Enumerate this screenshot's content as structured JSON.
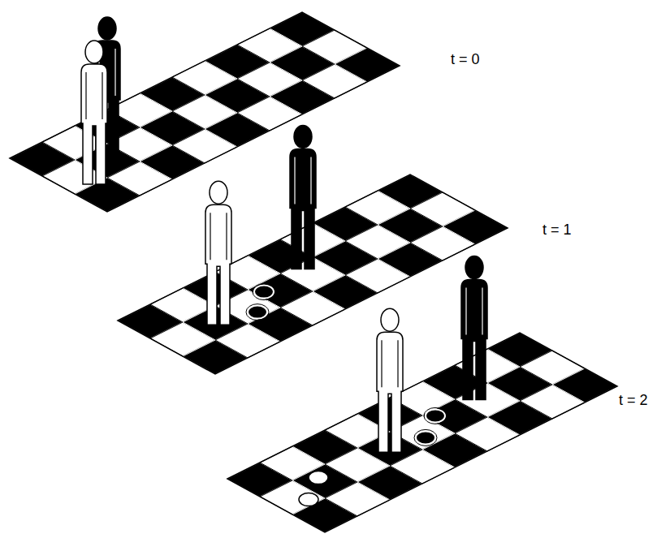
{
  "diagram": {
    "labels": [
      "t = 0",
      "t = 1",
      "t = 2"
    ]
  }
}
